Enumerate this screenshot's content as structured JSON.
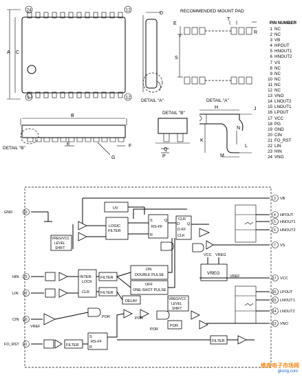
{
  "package": {
    "pin_24": "24",
    "pin_12_top": "12",
    "pin_1": "1",
    "pin_12_bottom": "12",
    "dim_A": "A",
    "dim_C": "C",
    "dim_D": "D",
    "detail_a_side": "DETAIL \"A\"",
    "recommended_pad": "RECOMMENDED MOUNT PAD",
    "pad_E": "E",
    "pad_T": "T",
    "pad_R": "R",
    "pad_S": "S",
    "detail_a_pad": "DETAIL \"A\"",
    "dim_B": "B",
    "dim_E": "E",
    "dim_F": "F",
    "dim_G": "G",
    "detail_b_ref": "DETAIL \"B\"",
    "detail_b_title": "DETAIL \"B\"",
    "dim_H": "H",
    "dim_J": "J",
    "dim_K": "K",
    "dim_N": "N",
    "dim_L": "L",
    "dim_M": "M",
    "dim_P": "P",
    "dim_Q": "Q"
  },
  "pin_table": {
    "title": "PIN NUMBER",
    "pins": [
      {
        "num": "1",
        "name": "NC"
      },
      {
        "num": "2",
        "name": "NC"
      },
      {
        "num": "3",
        "name": "VB"
      },
      {
        "num": "4",
        "name": "HPOUT"
      },
      {
        "num": "5",
        "name": "HNOUT1"
      },
      {
        "num": "6",
        "name": "HNOUT2"
      },
      {
        "num": "7",
        "name": "VS"
      },
      {
        "num": "8",
        "name": "NC"
      },
      {
        "num": "9",
        "name": "NC"
      },
      {
        "num": "10",
        "name": "NC"
      },
      {
        "num": "11",
        "name": "NC"
      },
      {
        "num": "12",
        "name": "NC"
      },
      {
        "num": "13",
        "name": "VNO"
      },
      {
        "num": "14",
        "name": "LNOUT2"
      },
      {
        "num": "15",
        "name": "LNOUT1"
      },
      {
        "num": "16",
        "name": "LPOUT"
      },
      {
        "num": "17",
        "name": "VCC"
      },
      {
        "num": "18",
        "name": "PG"
      },
      {
        "num": "19",
        "name": "GND"
      },
      {
        "num": "20",
        "name": "CIN"
      },
      {
        "num": "21",
        "name": "FO_RST"
      },
      {
        "num": "22",
        "name": "LIN"
      },
      {
        "num": "23",
        "name": "HIN"
      },
      {
        "num": "24",
        "name": "VNO"
      }
    ]
  },
  "schematic": {
    "uv": "UV",
    "logic_filter_1": "LOGIC",
    "logic_filter_2": "FILTER",
    "rsff_s": "S",
    "rsff_q": "Q",
    "rsff_name": "RS-FF",
    "rsff_r": "R",
    "dff_clr": "CLR",
    "dff_d": "D",
    "dff_q": "Q",
    "dff_name": "D-FF",
    "dff_clk": "CLK",
    "level_shift_1": "VREG/VCC",
    "level_shift_2": "LEVEL",
    "level_shift_3": "SHIFT",
    "vcc_label": "VCC",
    "vreg_label": "VREG",
    "vreg_box": "VREG",
    "vref_label": "VREF",
    "interlock_1": "INTER-",
    "interlock_2": "LOCK",
    "interlock_clr": "CLR",
    "filter_1": "FILTER",
    "filter_2": "FILTER",
    "on_double": "ON",
    "double_pulse": "DOUBLE PULSE",
    "off_oneshot": "OFF",
    "one_shot": "ONE-SHOT PULSE",
    "delay": "DELAY",
    "ls2_1": "VREG/VCC",
    "ls2_2": "LEVEL",
    "ls2_3": "SHIFT",
    "por_1": "POR",
    "por_2": "POR",
    "por_box": "POR",
    "por_3": "POR",
    "vref_cin": "VREF",
    "filter_3": "FILTER",
    "filter_out": "FILTER",
    "rsff2_s": "S",
    "rsff2_name": "RS-FF",
    "rsff2_r": "R",
    "vb": "VB",
    "hpout": "HPOUT",
    "hnout1": "HNOUT1",
    "hnout2": "HNOUT2",
    "vs": "VS",
    "vcc": "VCC",
    "lpout": "LPOUT",
    "lnout1": "LNOUT1",
    "lnout2": "LNOUT2",
    "vno": "VNO",
    "gnd": "GND",
    "hin": "HIN",
    "lin": "LIN",
    "cin": "CIN",
    "fo_rst": "FO_RST",
    "n3": "3",
    "n4": "4",
    "n5": "5",
    "n6": "6",
    "n7": "7",
    "n17": "17",
    "n16": "16",
    "n15": "15",
    "n14": "14",
    "n13": "13",
    "n19": "19",
    "n23": "23",
    "n22": "22",
    "n20": "20",
    "n21": "21"
  },
  "watermark": {
    "cn": "维库电子市场网",
    "url": "gkong.com"
  }
}
